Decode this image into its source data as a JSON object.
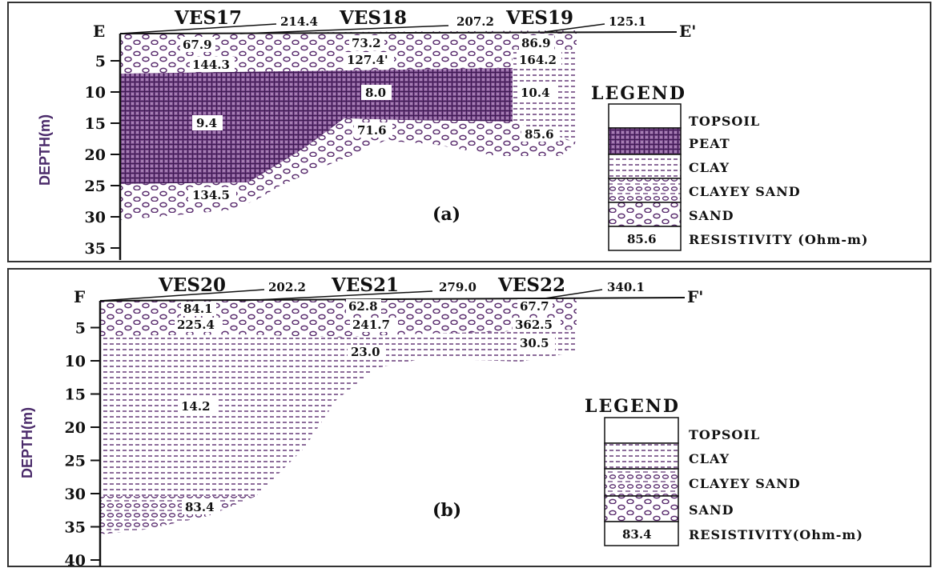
{
  "colors": {
    "purple": "#5a2d6e",
    "dark_purple": "#3d1a52",
    "frame": "#333333"
  },
  "panel_a": {
    "start_label": "E",
    "end_label": "E'",
    "ves": [
      "VES17",
      "VES18",
      "VES19"
    ],
    "elevations": [
      "214.4",
      "207.2",
      "125.1"
    ],
    "depth_label": "DEPTH(m)",
    "ticks": [
      "5",
      "10",
      "15",
      "20",
      "25",
      "30",
      "35"
    ],
    "values": [
      "67.9",
      "73.2",
      "86.9",
      "144.3",
      "127.4'",
      "164.2",
      "8.0",
      "10.4",
      "9.4",
      "71.6",
      "85.6",
      "134.5"
    ],
    "caption": "(a)",
    "legend": {
      "title": "LEGEND",
      "items": [
        "TOPSOIL",
        "PEAT",
        "CLAY",
        "CLAYEY SAND",
        "SAND",
        "RESISTIVITY (Ohm-m)"
      ],
      "sample_value": "85.6"
    }
  },
  "panel_b": {
    "start_label": "F",
    "end_label": "F'",
    "ves": [
      "VES20",
      "VES21",
      "VES22"
    ],
    "elevations": [
      "202.2",
      "279.0",
      "340.1"
    ],
    "depth_label": "DEPTH(m)",
    "ticks": [
      "5",
      "10",
      "15",
      "20",
      "25",
      "30",
      "35",
      "40"
    ],
    "values": [
      "84.1",
      "62.8",
      "67.7",
      "225.4",
      "241.7",
      "362.5",
      "23.0",
      "30.5",
      "14.2",
      "83.4"
    ],
    "caption": "(b)",
    "legend": {
      "title": "LEGEND",
      "items": [
        "TOPSOIL",
        "CLAY",
        "CLAYEY SAND",
        "SAND",
        "RESISTIVITY(Ohm-m)"
      ],
      "sample_value": "83.4"
    }
  }
}
